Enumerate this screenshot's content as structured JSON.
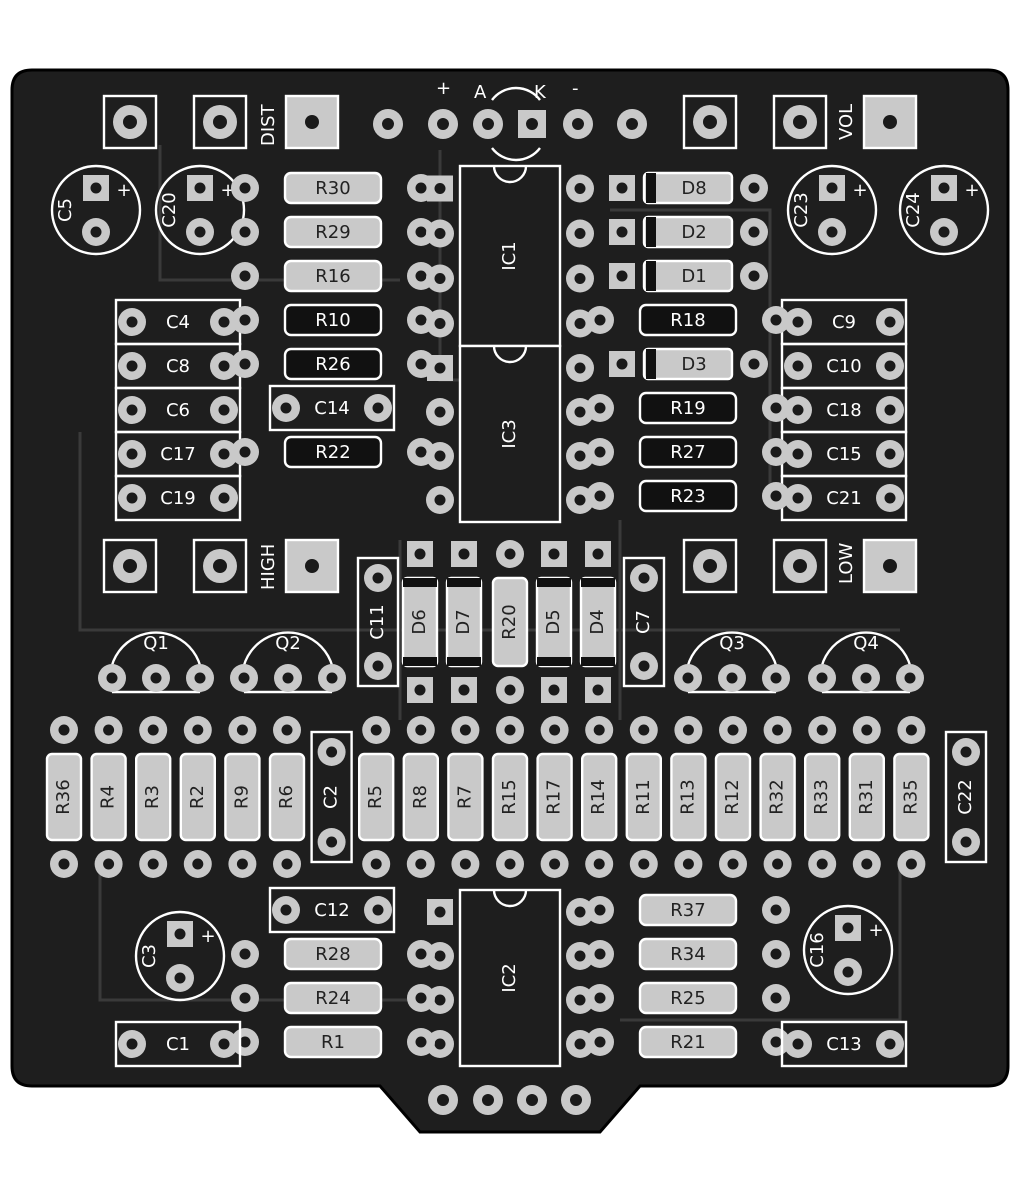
{
  "board": {
    "colors": {
      "substrate": "#1e1e1e",
      "silk": "#ffffff",
      "pad": "#c9c9c9",
      "drill": "#1a1a1a",
      "trace": "#3a3a3a"
    }
  },
  "pots": [
    {
      "label": "DIST"
    },
    {
      "label": "VOL"
    },
    {
      "label": "HIGH"
    },
    {
      "label": "LOW"
    }
  ],
  "led_header": {
    "plus": "+",
    "anode": "A",
    "cathode": "K",
    "minus": "-"
  },
  "polarity_mark": "+",
  "electrolytics": [
    {
      "label": "C5"
    },
    {
      "label": "C20"
    },
    {
      "label": "C23"
    },
    {
      "label": "C24"
    },
    {
      "label": "C3"
    },
    {
      "label": "C16"
    }
  ],
  "left_caps": [
    {
      "label": "C4"
    },
    {
      "label": "C8"
    },
    {
      "label": "C6"
    },
    {
      "label": "C17"
    },
    {
      "label": "C19"
    }
  ],
  "right_caps": [
    {
      "label": "C9"
    },
    {
      "label": "C10"
    },
    {
      "label": "C18"
    },
    {
      "label": "C15"
    },
    {
      "label": "C21"
    }
  ],
  "upper_left_resistors": [
    {
      "label": "R30",
      "filled": false
    },
    {
      "label": "R29",
      "filled": false
    },
    {
      "label": "R16",
      "filled": false
    },
    {
      "label": "R10",
      "filled": true
    },
    {
      "label": "R26",
      "filled": true
    },
    {
      "label": "C14",
      "filled": false
    },
    {
      "label": "R22",
      "filled": true
    }
  ],
  "upper_right_parts": [
    {
      "label": "D8",
      "kind": "diode"
    },
    {
      "label": "D2",
      "kind": "diode"
    },
    {
      "label": "D1",
      "kind": "diode"
    },
    {
      "label": "R18",
      "kind": "resistor"
    },
    {
      "label": "D3",
      "kind": "diode"
    },
    {
      "label": "R19",
      "kind": "resistor"
    },
    {
      "label": "R27",
      "kind": "resistor"
    },
    {
      "label": "R23",
      "kind": "resistor"
    }
  ],
  "ics": [
    {
      "label": "IC1"
    },
    {
      "label": "IC3"
    },
    {
      "label": "IC2"
    }
  ],
  "middle_vertical": [
    {
      "label": "C11",
      "kind": "cap"
    },
    {
      "label": "D6",
      "kind": "diode"
    },
    {
      "label": "D7",
      "kind": "diode"
    },
    {
      "label": "R20",
      "kind": "resistor"
    },
    {
      "label": "D5",
      "kind": "diode"
    },
    {
      "label": "D4",
      "kind": "diode"
    },
    {
      "label": "C7",
      "kind": "cap"
    }
  ],
  "transistors": [
    {
      "label": "Q1"
    },
    {
      "label": "Q2"
    },
    {
      "label": "Q3"
    },
    {
      "label": "Q4"
    }
  ],
  "bottom_resistor_row": [
    {
      "label": "R36"
    },
    {
      "label": "R4"
    },
    {
      "label": "R3"
    },
    {
      "label": "R2"
    },
    {
      "label": "R9"
    },
    {
      "label": "R6"
    },
    {
      "label": "C2"
    },
    {
      "label": "R5"
    },
    {
      "label": "R8"
    },
    {
      "label": "R7"
    },
    {
      "label": "R15"
    },
    {
      "label": "R17"
    },
    {
      "label": "R14"
    },
    {
      "label": "R11"
    },
    {
      "label": "R13"
    },
    {
      "label": "R12"
    },
    {
      "label": "R32"
    },
    {
      "label": "R33"
    },
    {
      "label": "R31"
    },
    {
      "label": "R35"
    },
    {
      "label": "C22"
    }
  ],
  "lower_left_parts": [
    {
      "label": "C12"
    },
    {
      "label": "R28"
    },
    {
      "label": "R24"
    },
    {
      "label": "R1"
    },
    {
      "label": "C1"
    }
  ],
  "lower_right_parts": [
    {
      "label": "R37"
    },
    {
      "label": "R34"
    },
    {
      "label": "R25"
    },
    {
      "label": "R21"
    },
    {
      "label": "C13"
    }
  ]
}
